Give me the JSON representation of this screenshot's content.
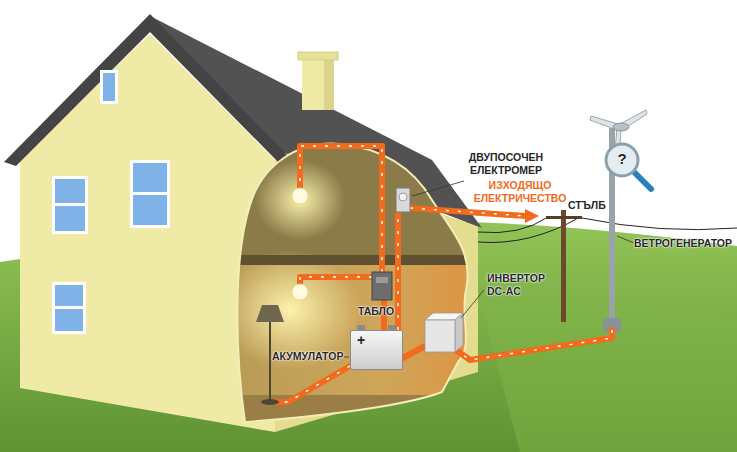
{
  "diagram": {
    "nodes": [
      {
        "text": [
          "+"
        ]
      }
    ],
    "labels": [
      "ДВУПОСОЧЕН ЕЛЕКТРОМЕР",
      "ИЗХОДЯЩО ЕЛЕКТРИЧЕСТВО",
      "СТЪЛБ",
      "?",
      "ВЕТРОГЕНЕРАТОР",
      "ИНВЕРТОР DC-AC",
      "ТАБЛО",
      "АКУМУЛАТОР"
    ]
  }
}
